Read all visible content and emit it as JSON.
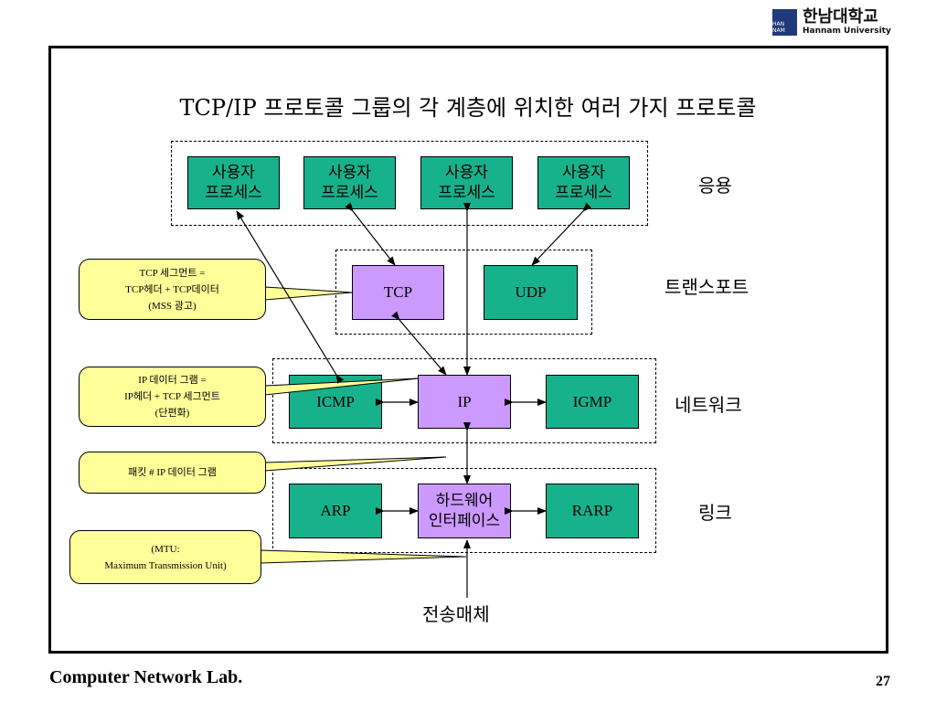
{
  "logo": {
    "mark_text": "HAN NAM",
    "name_ko": "한남대학교",
    "name_en": "Hannam University"
  },
  "title": "TCP/IP 프로토콜 그룹의 각 계층에 위치한 여러 가지 프로토콜",
  "layers": {
    "application": "응용",
    "transport": "트랜스포트",
    "network": "네트워크",
    "link": "링크"
  },
  "boxes": {
    "user_process": [
      "사용자\n프로세스",
      "사용자\n프로세스",
      "사용자\n프로세스",
      "사용자\n프로세스"
    ],
    "tcp": "TCP",
    "udp": "UDP",
    "icmp": "ICMP",
    "ip": "IP",
    "igmp": "IGMP",
    "arp": "ARP",
    "hw_interface": "하드웨어\n인터페이스",
    "rarp": "RARP"
  },
  "medium": "전송매체",
  "callouts": {
    "tcp_segment": [
      "TCP 세그먼트 =",
      "TCP헤더 + TCP데이터",
      "(MSS 광고)"
    ],
    "ip_datagram": [
      "IP 데이터 그램 =",
      "IP헤더 + TCP 세그먼트",
      "(단편화)"
    ],
    "packet": [
      "패킷 # IP 데이터 그램"
    ],
    "mtu": [
      "(MTU:",
      "Maximum Transmission Unit)"
    ]
  },
  "footer": {
    "lab": "Computer Network Lab.",
    "page": "27"
  },
  "colors": {
    "green_box": "#17b18b",
    "purple_box": "#cc99ff",
    "callout": "#ffff99",
    "logo": "#1f3a7a"
  }
}
